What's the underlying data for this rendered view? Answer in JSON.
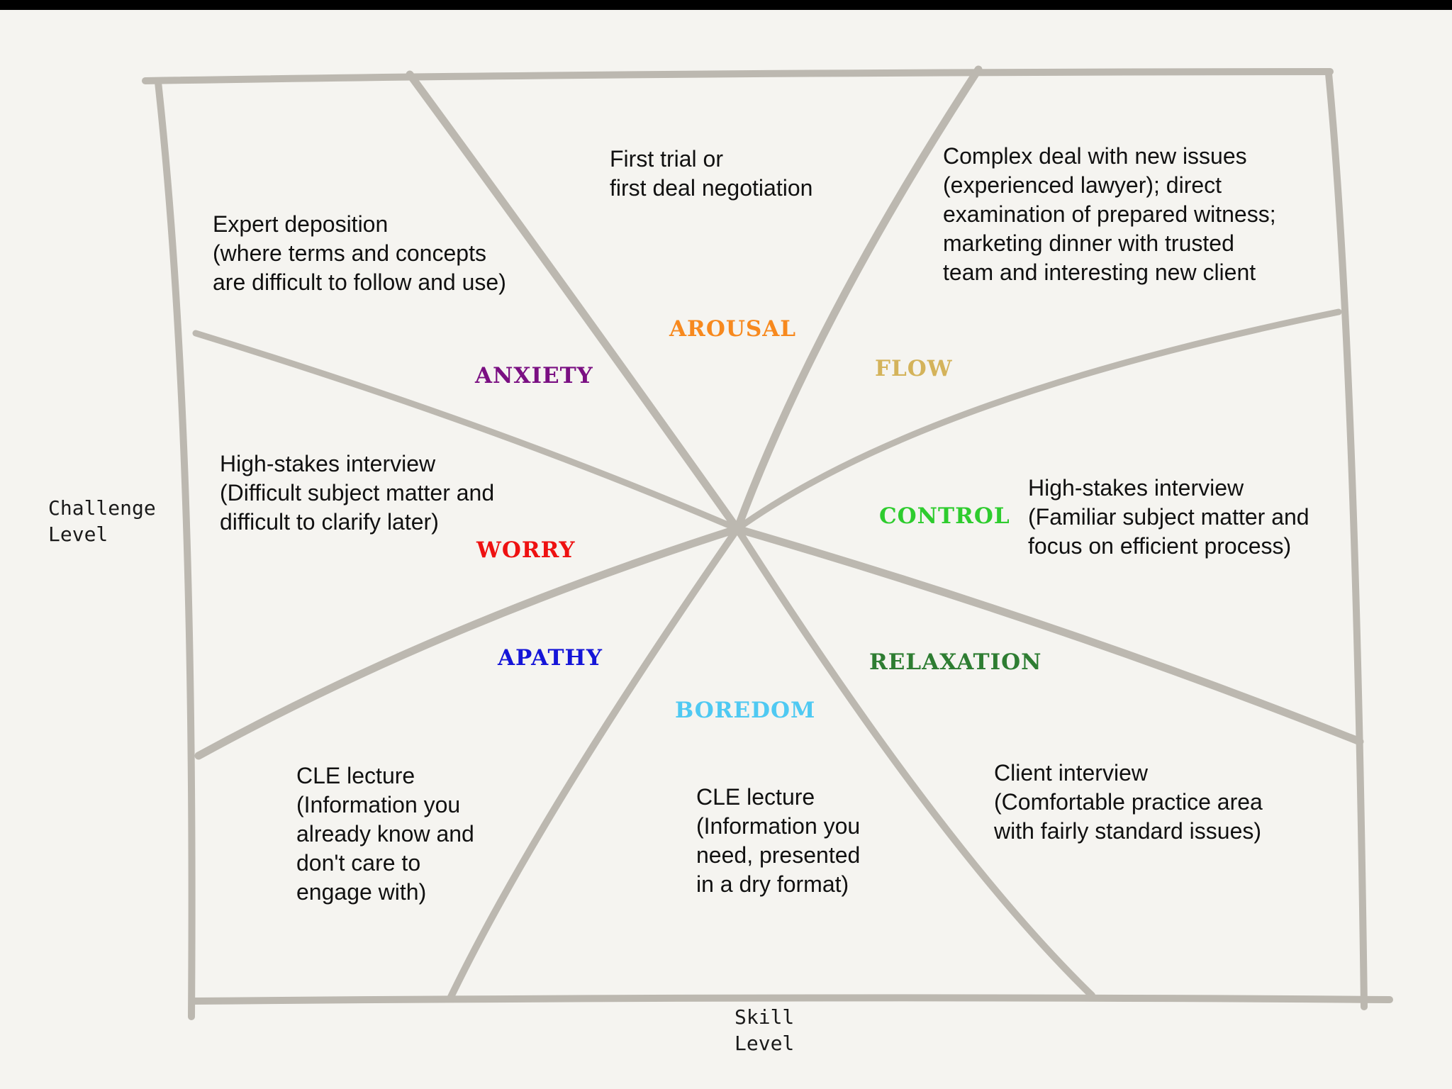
{
  "axes": {
    "y_label": "Challenge\nLevel",
    "x_label": "Skill\nLevel"
  },
  "zones": [
    {
      "id": "arousal",
      "label": "AROUSAL",
      "color": "#f7891e"
    },
    {
      "id": "flow",
      "label": "FLOW",
      "color": "#d4b35a"
    },
    {
      "id": "anxiety",
      "label": "ANXIETY",
      "color": "#7a0f82"
    },
    {
      "id": "control",
      "label": "CONTROL",
      "color": "#2ecc2e"
    },
    {
      "id": "worry",
      "label": "WORRY",
      "color": "#ee1111"
    },
    {
      "id": "apathy",
      "label": "APATHY",
      "color": "#1515d8"
    },
    {
      "id": "relaxation",
      "label": "RELAXATION",
      "color": "#2e7d32"
    },
    {
      "id": "boredom",
      "label": "BOREDOM",
      "color": "#4fc9f2"
    }
  ],
  "examples": {
    "arousal": "First trial or\nfirst deal negotiation",
    "flow": "Complex deal with new issues\n(experienced lawyer); direct\nexamination of prepared witness;\nmarketing dinner with trusted\nteam and interesting new client",
    "anxiety": "Expert deposition\n(where terms and concepts\nare difficult to follow and use)",
    "worry": "High-stakes interview\n(Difficult subject matter and\ndifficult to clarify later)",
    "control": "High-stakes interview\n(Familiar subject matter and\nfocus on efficient process)",
    "apathy": "CLE lecture\n(Information you\nalready know and\ndon't care to\nengage with)",
    "boredom": "CLE lecture\n(Information you\nneed, presented\nin a dry format)",
    "relaxation": "Client interview\n(Comfortable practice area\nwith fairly standard issues)"
  },
  "style": {
    "stroke_color": "#bcb8b0",
    "background": "#f5f4f0"
  }
}
